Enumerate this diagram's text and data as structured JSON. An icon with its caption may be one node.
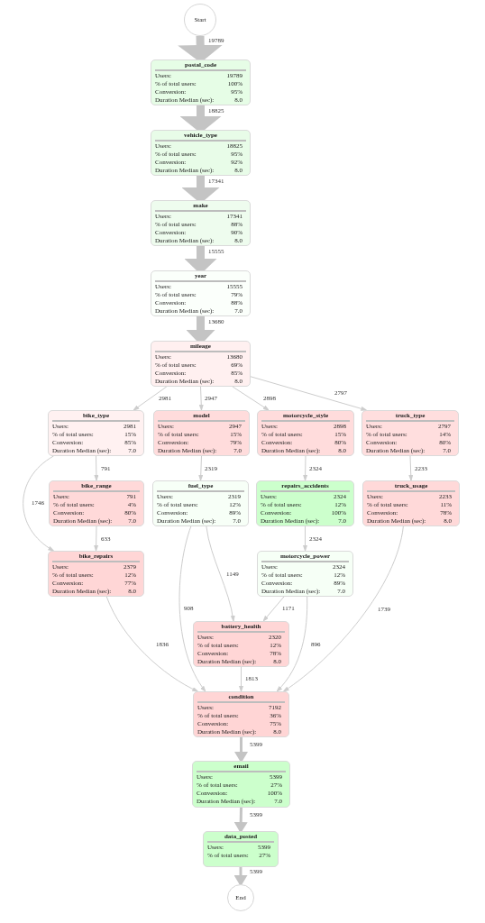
{
  "diagram": {
    "nodes": [
      {
        "text": [
          "Start"
        ]
      },
      {
        "text": [
          "postal_code",
          "Users:",
          "19789",
          "% of total users:",
          "100%",
          "Conversion:",
          "95%",
          "Duration Median (sec):",
          "8.0"
        ]
      },
      {
        "text": [
          "vehicle_type",
          "Users:",
          "18825",
          "% of total users:",
          "95%",
          "Conversion:",
          "92%",
          "Duration Median (sec):",
          "8.0"
        ]
      },
      {
        "text": [
          "make",
          "Users:",
          "17341",
          "% of total users:",
          "88%",
          "Conversion:",
          "90%",
          "Duration Median (sec):",
          "8.0"
        ]
      },
      {
        "text": [
          "year",
          "Users:",
          "15555",
          "% of total users:",
          "79%",
          "Conversion:",
          "88%",
          "Duration Median (sec):",
          "7.0"
        ]
      },
      {
        "text": [
          "mileage",
          "Users:",
          "13680",
          "% of total users:",
          "69%",
          "Conversion:",
          "85%",
          "Duration Median (sec):",
          "8.0"
        ]
      },
      {
        "text": [
          "bike_type",
          "Users:",
          "2981",
          "% of total users:",
          "15%",
          "Conversion:",
          "85%",
          "Duration Median (sec):",
          "7.0"
        ]
      },
      {
        "text": [
          "model",
          "Users:",
          "2947",
          "% of total users:",
          "15%",
          "Conversion:",
          "79%",
          "Duration Median (sec):",
          "7.0"
        ]
      },
      {
        "text": [
          "motorcycle_style",
          "Users:",
          "2898",
          "% of total users:",
          "15%",
          "Conversion:",
          "80%",
          "Duration Median (sec):",
          "8.0"
        ]
      },
      {
        "text": [
          "truck_type",
          "Users:",
          "2797",
          "% of total users:",
          "14%",
          "Conversion:",
          "80%",
          "Duration Median (sec):",
          "7.0"
        ]
      },
      {
        "text": [
          "bike_range",
          "Users:",
          "791",
          "% of total users:",
          "4%",
          "Conversion:",
          "80%",
          "Duration Median (sec):",
          "7.0"
        ]
      },
      {
        "text": [
          "fuel_type",
          "Users:",
          "2319",
          "% of total users:",
          "12%",
          "Conversion:",
          "89%",
          "Duration Median (sec):",
          "7.0"
        ]
      },
      {
        "text": [
          "repairs_accidents",
          "Users:",
          "2324",
          "% of total users:",
          "12%",
          "Conversion:",
          "100%",
          "Duration Median (sec):",
          "7.0"
        ]
      },
      {
        "text": [
          "truck_usage",
          "Users:",
          "2233",
          "% of total users:",
          "11%",
          "Conversion:",
          "78%",
          "Duration Median (sec):",
          "8.0"
        ]
      },
      {
        "text": [
          "bike_repairs",
          "Users:",
          "2379",
          "% of total users:",
          "12%",
          "Conversion:",
          "77%",
          "Duration Median (sec):",
          "8.0"
        ]
      },
      {
        "text": [
          "motorcycle_power",
          "Users:",
          "2324",
          "% of total users:",
          "12%",
          "Conversion:",
          "89%",
          "Duration Median (sec):",
          "7.0"
        ]
      },
      {
        "text": [
          "battery_health",
          "Users:",
          "2320",
          "% of total users:",
          "12%",
          "Conversion:",
          "78%",
          "Duration Median (sec):",
          "8.0"
        ]
      },
      {
        "text": [
          "condition",
          "Users:",
          "7192",
          "% of total users:",
          "36%",
          "Conversion:",
          "75%",
          "Duration Median (sec):",
          "8.0"
        ]
      },
      {
        "text": [
          "email",
          "Users:",
          "5399",
          "% of total users:",
          "27%",
          "Conversion:",
          "100%",
          "Duration Median (sec):",
          "7.0"
        ]
      },
      {
        "text": [
          "data_posted",
          "Users:",
          "5399",
          "% of total users:",
          "27%"
        ]
      },
      {
        "text": [
          "End"
        ]
      }
    ],
    "edges": [
      {
        "from": 0,
        "to": 1,
        "arrow": "to",
        "label": "19789",
        "style": "thick"
      },
      {
        "from": 1,
        "to": 2,
        "arrow": "to",
        "label": "18825",
        "style": "thick"
      },
      {
        "from": 2,
        "to": 3,
        "arrow": "to",
        "label": "17341",
        "style": "thick"
      },
      {
        "from": 3,
        "to": 4,
        "arrow": "to",
        "label": "15555",
        "style": "thick"
      },
      {
        "from": 4,
        "to": 5,
        "arrow": "to",
        "label": "13680",
        "style": "thick"
      },
      {
        "from": 5,
        "to": 6,
        "arrow": "to",
        "label": "2981"
      },
      {
        "from": 5,
        "to": 7,
        "arrow": "to",
        "label": "2947"
      },
      {
        "from": 5,
        "to": 8,
        "arrow": "to",
        "label": "2898"
      },
      {
        "from": 5,
        "to": 9,
        "arrow": "to",
        "label": "2797"
      },
      {
        "from": 6,
        "to": 10,
        "arrow": "to",
        "label": "791"
      },
      {
        "from": 6,
        "to": 14,
        "arrow": "to",
        "label": "1746"
      },
      {
        "from": 7,
        "to": 11,
        "arrow": "to",
        "label": "2319"
      },
      {
        "from": 8,
        "to": 12,
        "arrow": "to",
        "label": "2324"
      },
      {
        "from": 9,
        "to": 13,
        "arrow": "to",
        "label": "2233"
      },
      {
        "from": 10,
        "to": 14,
        "arrow": "to",
        "label": "633"
      },
      {
        "from": 12,
        "to": 15,
        "arrow": "to",
        "label": "2324"
      },
      {
        "from": 11,
        "to": 16,
        "arrow": "to",
        "label": "1149"
      },
      {
        "from": 11,
        "to": 17,
        "arrow": "to",
        "label": "908"
      },
      {
        "from": 15,
        "to": 16,
        "arrow": "to",
        "label": "1171"
      },
      {
        "from": 15,
        "to": 17,
        "arrow": "to",
        "label": "896"
      },
      {
        "from": 13,
        "to": 17,
        "arrow": "to",
        "label": "1739"
      },
      {
        "from": 14,
        "to": 17,
        "arrow": "to",
        "label": "1836"
      },
      {
        "from": 16,
        "to": 17,
        "arrow": "to",
        "label": "1813"
      },
      {
        "from": 17,
        "to": 18,
        "arrow": "to",
        "label": "5399",
        "style": "thick"
      },
      {
        "from": 18,
        "to": 19,
        "arrow": "to",
        "label": "5399",
        "style": "thick"
      },
      {
        "from": 19,
        "to": 20,
        "arrow": "to",
        "label": "5399",
        "style": "thick"
      }
    ]
  }
}
